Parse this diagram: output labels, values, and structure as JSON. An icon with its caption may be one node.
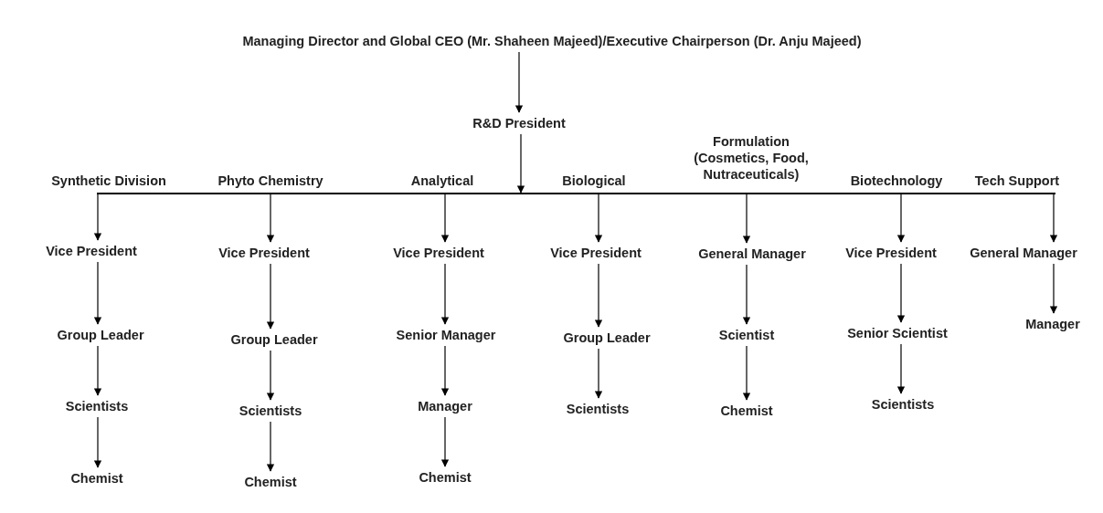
{
  "diagram": {
    "nodes": [
      {
        "text": [
          "Managing Director and Global CEO (Mr. Shaheen Majeed)/Executive Chairperson (Dr. Anju Majeed)"
        ]
      },
      {
        "text": [
          "R&D President"
        ]
      },
      {
        "text": [
          "Synthetic Division"
        ]
      },
      {
        "text": [
          "Phyto Chemistry"
        ]
      },
      {
        "text": [
          "Analytical"
        ]
      },
      {
        "text": [
          "Biological"
        ]
      },
      {
        "text": [
          "Formulation (Cosmetics, Food, Nutraceuticals)"
        ]
      },
      {
        "text": [
          "Biotechnology"
        ]
      },
      {
        "text": [
          "Tech Support"
        ]
      },
      {
        "text": [
          "Vice President"
        ]
      },
      {
        "text": [
          "Group Leader"
        ]
      },
      {
        "text": [
          "Scientists"
        ]
      },
      {
        "text": [
          "Chemist"
        ]
      },
      {
        "text": [
          "Vice President"
        ]
      },
      {
        "text": [
          "Group Leader"
        ]
      },
      {
        "text": [
          "Scientists"
        ]
      },
      {
        "text": [
          "Chemist"
        ]
      },
      {
        "text": [
          "Vice President"
        ]
      },
      {
        "text": [
          "Senior Manager"
        ]
      },
      {
        "text": [
          "Manager"
        ]
      },
      {
        "text": [
          "Chemist"
        ]
      },
      {
        "text": [
          "Vice President"
        ]
      },
      {
        "text": [
          "Group Leader"
        ]
      },
      {
        "text": [
          "Scientists"
        ]
      },
      {
        "text": [
          "General Manager"
        ]
      },
      {
        "text": [
          "Scientist"
        ]
      },
      {
        "text": [
          "Chemist"
        ]
      },
      {
        "text": [
          "Vice President"
        ]
      },
      {
        "text": [
          "Senior Scientist"
        ]
      },
      {
        "text": [
          "Scientists"
        ]
      },
      {
        "text": [
          "General Manager"
        ]
      },
      {
        "text": [
          "Manager"
        ]
      },
      {
        "text": [],
        "shape": "bar"
      }
    ],
    "edges": [
      {
        "from": 0,
        "to": 1,
        "arrow": "to"
      },
      {
        "from": 1,
        "to": 32,
        "arrow": "to"
      },
      {
        "from": 32,
        "to": 9,
        "arrow": "to"
      },
      {
        "from": 32,
        "to": 13,
        "arrow": "to"
      },
      {
        "from": 32,
        "to": 17,
        "arrow": "to"
      },
      {
        "from": 32,
        "to": 21,
        "arrow": "to"
      },
      {
        "from": 32,
        "to": 24,
        "arrow": "to"
      },
      {
        "from": 32,
        "to": 27,
        "arrow": "to"
      },
      {
        "from": 32,
        "to": 30,
        "arrow": "to"
      },
      {
        "from": 9,
        "to": 10,
        "arrow": "to"
      },
      {
        "from": 10,
        "to": 11,
        "arrow": "to"
      },
      {
        "from": 11,
        "to": 12,
        "arrow": "to"
      },
      {
        "from": 13,
        "to": 14,
        "arrow": "to"
      },
      {
        "from": 14,
        "to": 15,
        "arrow": "to"
      },
      {
        "from": 15,
        "to": 16,
        "arrow": "to"
      },
      {
        "from": 17,
        "to": 18,
        "arrow": "to"
      },
      {
        "from": 18,
        "to": 19,
        "arrow": "to"
      },
      {
        "from": 19,
        "to": 20,
        "arrow": "to"
      },
      {
        "from": 21,
        "to": 22,
        "arrow": "to"
      },
      {
        "from": 22,
        "to": 23,
        "arrow": "to"
      },
      {
        "from": 24,
        "to": 25,
        "arrow": "to"
      },
      {
        "from": 25,
        "to": 26,
        "arrow": "to"
      },
      {
        "from": 27,
        "to": 28,
        "arrow": "to"
      },
      {
        "from": 28,
        "to": 29,
        "arrow": "to"
      },
      {
        "from": 30,
        "to": 31,
        "arrow": "to"
      }
    ]
  }
}
